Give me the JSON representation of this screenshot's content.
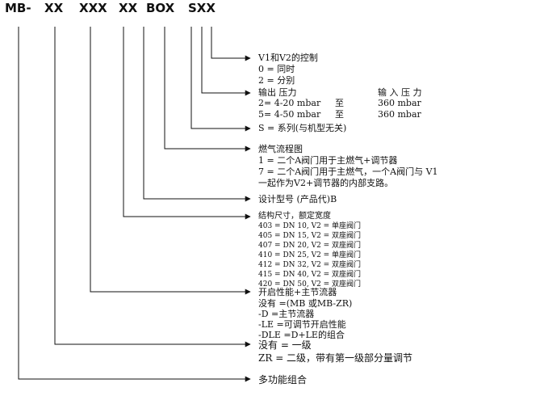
{
  "codes": [
    "MB-",
    "XX",
    "XXX",
    "XX",
    "BOX",
    "SXX"
  ],
  "sections": {
    "valve_control": {
      "title": "V1和V2的控制",
      "lines": [
        "0 = 同时",
        "2 = 分别"
      ]
    },
    "pressure": {
      "out_label": "输出 压力",
      "in_label": "输 入 压 力",
      "rows": [
        {
          "out": "2= 4-20 mbar",
          "to": "至",
          "in": "360 mbar"
        },
        {
          "out": "5= 4-50 mbar",
          "to": "至",
          "in": "360 mbar"
        }
      ]
    },
    "series": {
      "title": "S = 系列(与机型无关)"
    },
    "gas_flow": {
      "title": "燃气流程图",
      "lines": [
        "1 = 二个A阀门用于主燃气+调节器",
        "7 = 二个A阀门用于主燃气，一个A阀门与 V1",
        "一起作为V2+调节器的内部支路。"
      ]
    },
    "design": {
      "title": "设计型号 (产品代)B"
    },
    "size": {
      "title": "结构尺寸，额定宽度",
      "lines": [
        "403 = DN 10, V2 = 单座阀门",
        "405 = DN 15, V2 = 双座阀门",
        "407 = DN 20, V2 = 双座阀门",
        "410 = DN 25, V2 = 单座阀门",
        "412 = DN 32, V2 = 双座阀门",
        "415 = DN 40, V2 = 双座阀门",
        "420 = DN 50, V2 = 双座阀门"
      ]
    },
    "opening": {
      "title": "开启性能+主节流器",
      "lines": [
        "没有 =(MB 或MB-ZR)",
        "-D    =主节流器",
        "-LE    =可调节开启性能",
        "-DLE =D+LE的组合"
      ]
    },
    "stage": {
      "lines": [
        "没有 = 一级",
        "ZR   = 二级，带有第一级部分量调节"
      ]
    },
    "multifunction": {
      "title": "多功能组合"
    }
  }
}
